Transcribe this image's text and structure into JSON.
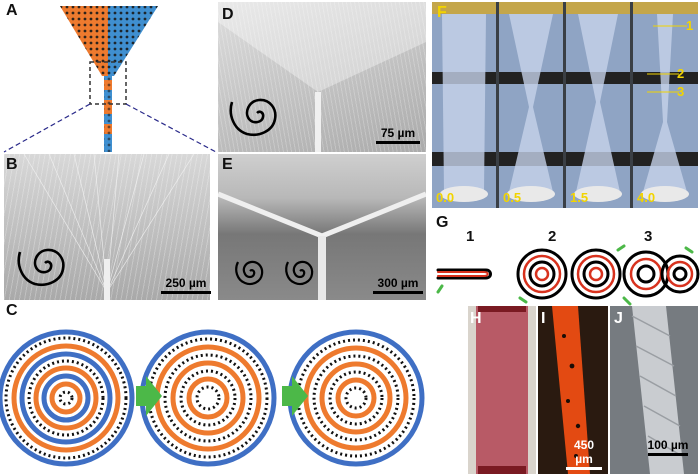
{
  "colors": {
    "orange": "#ee7a2e",
    "blue": "#3f8fd0",
    "green": "#4cb848",
    "gold": "#f2d400",
    "red": "#d8321e"
  },
  "panels": {
    "A": "A",
    "B": "B",
    "C": "C",
    "D": "D",
    "E": "E",
    "F": "F",
    "G": "G",
    "H": "H",
    "I": "I",
    "J": "J"
  },
  "scalebars": {
    "B": "250 µm",
    "D": "75 µm",
    "E": "300 µm",
    "I": "450 µm",
    "J": "100 µm"
  },
  "panelF": {
    "times": [
      "0.0",
      "0.5",
      "1.5",
      "4.0"
    ],
    "markers": [
      "1",
      "2",
      "3"
    ]
  },
  "panelG": {
    "steps": [
      "1",
      "2",
      "3"
    ]
  }
}
